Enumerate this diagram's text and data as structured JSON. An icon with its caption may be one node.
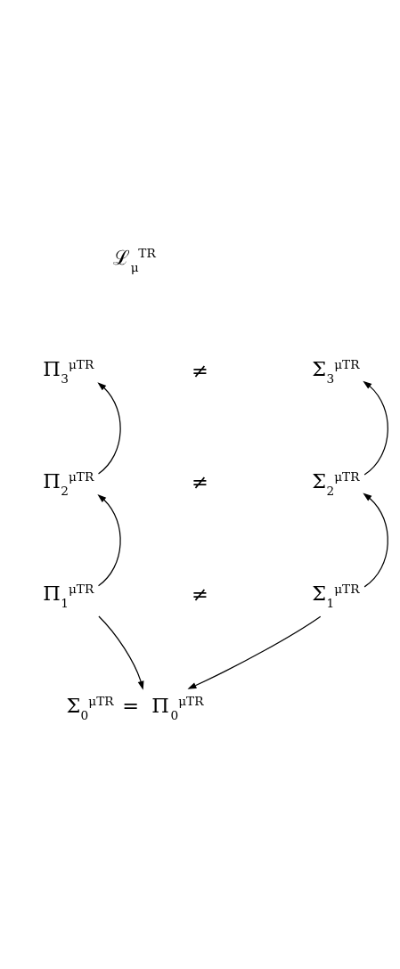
{
  "diagram": {
    "nodes": [
      {
        "text": [
          "ℒ$_{μ}$$^{TR}$"
        ]
      },
      {
        "text": [
          "Π$_{3}$$^{μTR}$"
        ]
      },
      {
        "text": [
          "≠"
        ]
      },
      {
        "text": [
          "Σ$_{3}$$^{μTR}$"
        ]
      },
      {
        "text": [
          "Π$_{2}$$^{μTR}$"
        ]
      },
      {
        "text": [
          "≠"
        ]
      },
      {
        "text": [
          "Σ$_{2}$$^{μTR}$"
        ]
      },
      {
        "text": [
          "Π$_{1}$$^{μTR}$"
        ]
      },
      {
        "text": [
          "≠"
        ]
      },
      {
        "text": [
          "Σ$_{1}$$^{μTR}$"
        ]
      },
      {
        "text": [
          "Σ$_{0}$$^{μTR}$ = Π$_{0}$$^{μTR}$"
        ]
      }
    ],
    "edges": [
      {
        "from": 7,
        "to": 4,
        "arrow": "to"
      },
      {
        "from": 4,
        "to": 1,
        "arrow": "to"
      },
      {
        "from": 9,
        "to": 6,
        "arrow": "to"
      },
      {
        "from": 6,
        "to": 3,
        "arrow": "to"
      },
      {
        "from": 7,
        "to": 10,
        "arrow": "to"
      },
      {
        "from": 9,
        "to": 10,
        "arrow": "to"
      }
    ]
  }
}
